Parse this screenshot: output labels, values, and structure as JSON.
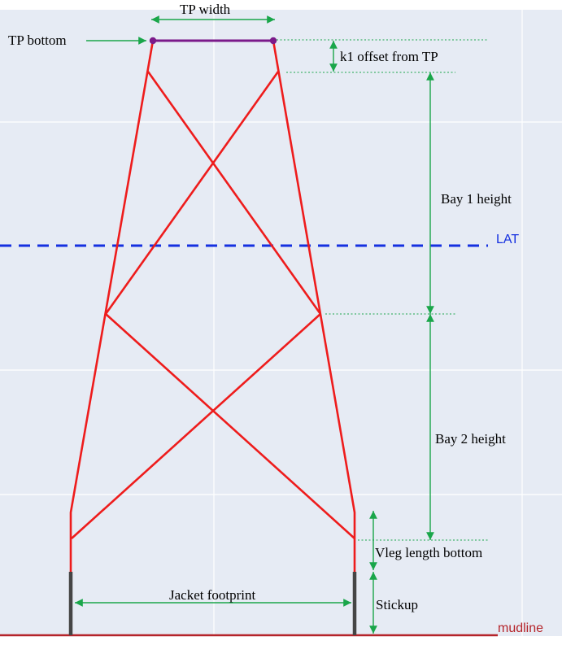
{
  "labels": {
    "tp_width": "TP width",
    "tp_bottom": "TP bottom",
    "k1_offset": "k1 offset from TP",
    "bay1_height": "Bay 1 height",
    "lat": "LAT",
    "bay2_height": "Bay 2 height",
    "vleg_length_bottom": "Vleg length bottom",
    "jacket_footprint": "Jacket footprint",
    "stickup": "Stickup",
    "mudline": "mudline"
  },
  "colors": {
    "background": "#e6ebf4",
    "grid": "#ffffff",
    "legs": "#ee1c1c",
    "braces": "#ee1c1c",
    "tp_bar": "#7b1a8a",
    "lat_line": "#1530e0",
    "mudline": "#b5242a",
    "piles": "#454545",
    "dimension": "#1aa64a"
  }
}
